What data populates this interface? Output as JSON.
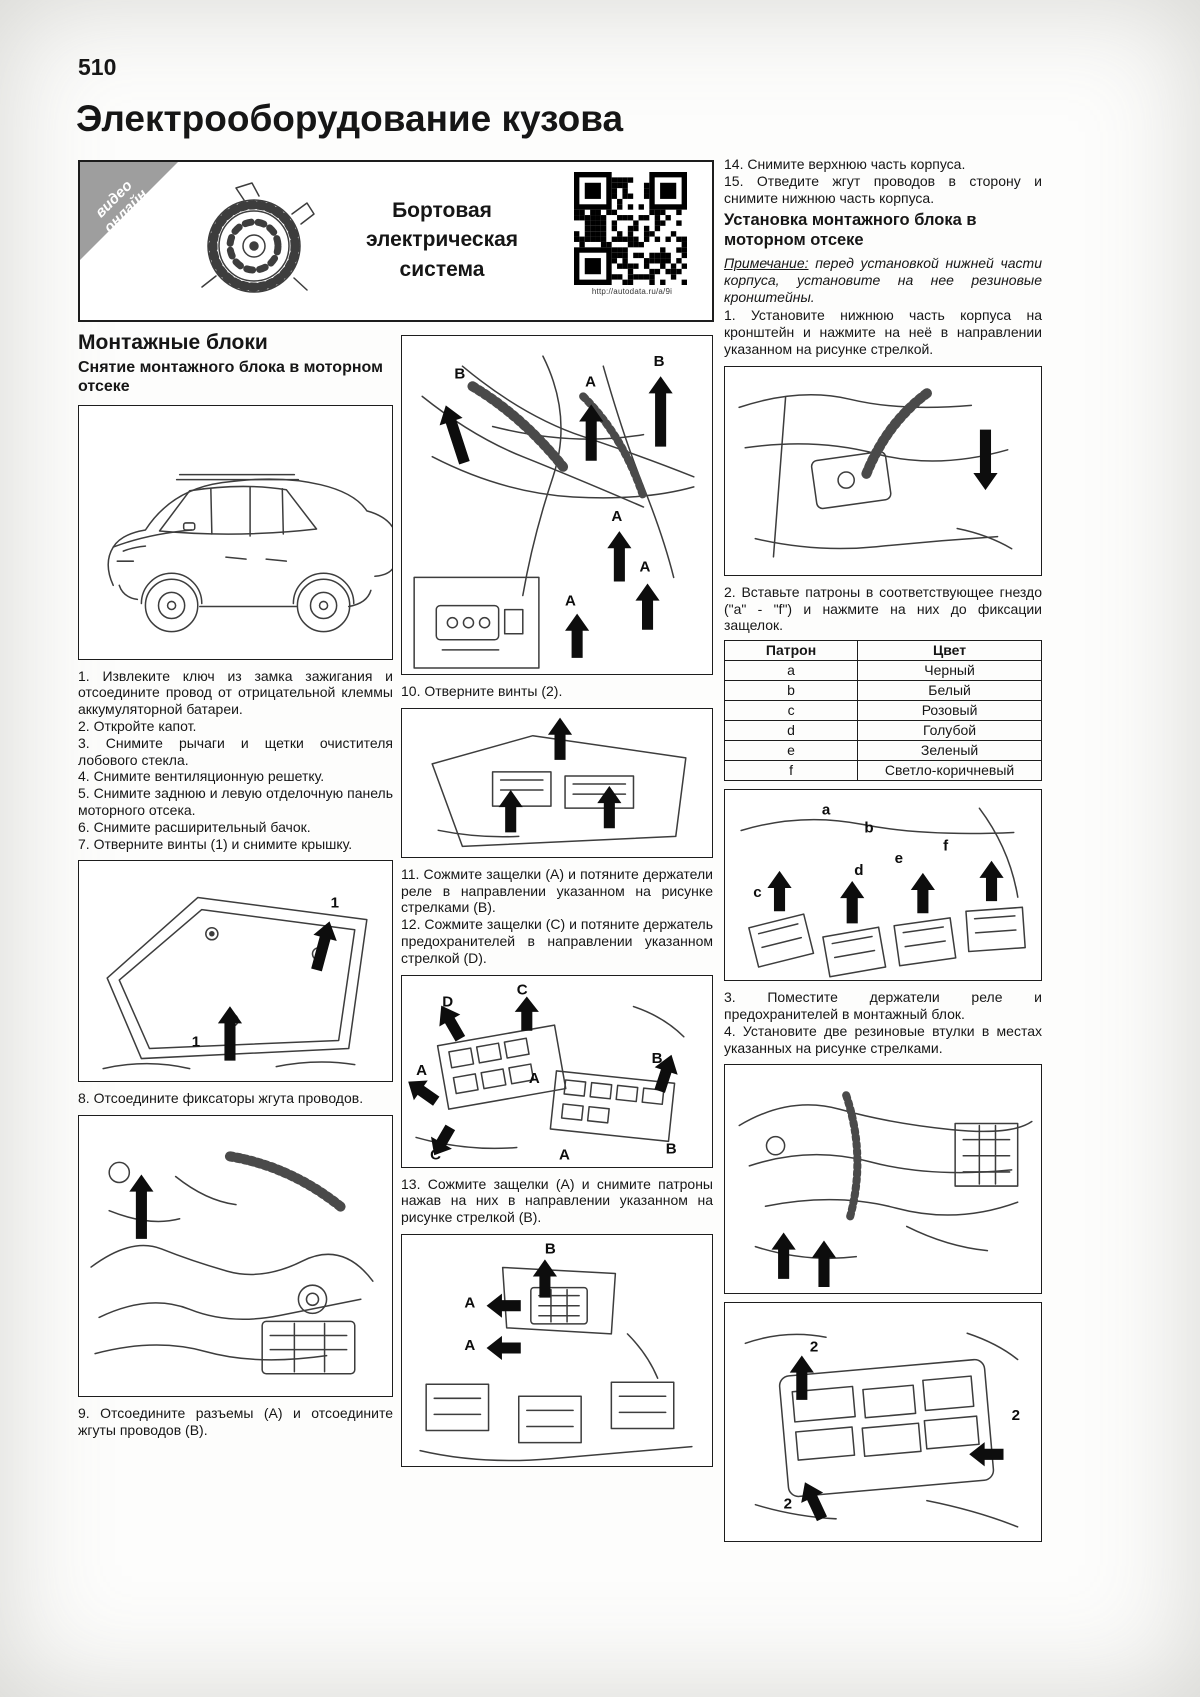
{
  "page": {
    "number": "510",
    "title": "Электрооборудование кузова"
  },
  "header": {
    "corner_line1": "видео",
    "corner_line2": "онлайн",
    "caption_line1": "Бортовая",
    "caption_line2": "электрическая",
    "caption_line3": "система",
    "qr_url": "http://autodata.ru/a/9i"
  },
  "col1": {
    "heading": "Монтажные блоки",
    "subheading": "Снятие монтажного блока в моторном отсеке",
    "steps": [
      "1. Извлеките ключ из замка зажигания и отсоедините провод от отрицательной клеммы аккумуляторной батареи.",
      "2. Откройте капот.",
      "3. Снимите рычаги и щетки очистителя лобового стекла.",
      "4. Снимите вентиляционную решетку.",
      "5. Снимите заднюю и левую отделочную панель моторного отсека.",
      "6. Снимите расширительный бачок.",
      "7. Отверните винты (1) и снимите крышку."
    ],
    "step8": "8. Отсоедините фиксаторы жгута проводов.",
    "step9": "9. Отсоедините разъемы (A) и отсоедините жгуты проводов (B)."
  },
  "col2": {
    "step10": "10. Отверните винты (2).",
    "step11": "11. Сожмите защелки (A) и потяните держатели реле в направлении указанном на рисунке стрелками (B).",
    "step12": "12. Сожмите защелки (C) и потяните держатель предохранителей в направлении указанном стрелкой (D).",
    "step13": "13. Сожмите защелки (A) и снимите патроны нажав на них в направлении указанном на рисунке стрелкой (B)."
  },
  "col3": {
    "step14": "14. Снимите верхнюю часть корпуса.",
    "step15": "15. Отведите жгут проводов в сторону и снимите нижнюю часть корпуса.",
    "heading": "Установка монтажного блока в моторном отсеке",
    "note_label": "Примечание:",
    "note_text": "перед установкой нижней части корпуса, установите на нее резиновые кронштейны.",
    "step1": "1. Установите нижнюю часть корпуса на кронштейн и нажмите на неё в направлении указанном на рисунке стрелкой.",
    "step2": "2. Вставьте патроны в соответствующее гнездо (\"a\" - \"f\") и нажмите на них до фиксации защелок.",
    "table": {
      "headers": [
        "Патрон",
        "Цвет"
      ],
      "rows": [
        [
          "a",
          "Черный"
        ],
        [
          "b",
          "Белый"
        ],
        [
          "c",
          "Розовый"
        ],
        [
          "d",
          "Голубой"
        ],
        [
          "e",
          "Зеленый"
        ],
        [
          "f",
          "Светло-коричневый"
        ]
      ]
    },
    "step3": "3. Поместите держатели реле и предохранителей в монтажный блок.",
    "step4": "4. Установите две резиновые втулки в местах указанных на рисунке стрелками."
  },
  "figures": {
    "cover": {
      "labels": [
        "1",
        "1"
      ]
    },
    "harness": {
      "labels": [
        "B",
        "A",
        "B",
        "A",
        "A",
        "A"
      ]
    },
    "relays": {
      "labels": [
        "D",
        "C",
        "A",
        "A",
        "B",
        "A",
        "C",
        "B"
      ]
    },
    "cartridges": {
      "labels": [
        "B",
        "A",
        "A"
      ]
    },
    "sockets": {
      "labels": [
        "a",
        "b",
        "c",
        "d",
        "e",
        "f"
      ]
    },
    "lower": {
      "labels": [
        "2",
        "2",
        "2"
      ]
    }
  }
}
